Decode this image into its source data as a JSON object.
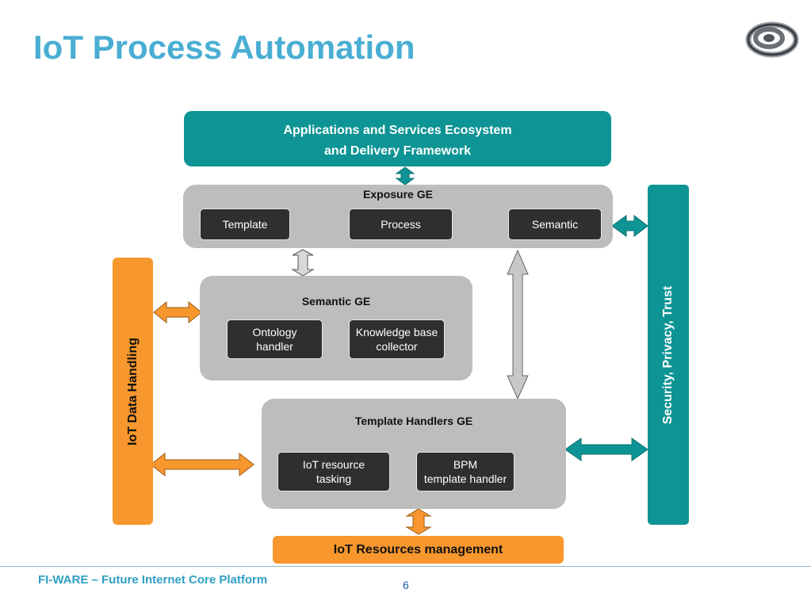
{
  "slide": {
    "title": "IoT Process Automation",
    "footer": "FI-WARE – Future Internet Core Platform",
    "page_number": "6"
  },
  "diagram": {
    "ecosystem": {
      "line1": "Applications and Services Ecosystem",
      "line2": "and Delivery Framework"
    },
    "exposure": {
      "title": "Exposure GE",
      "items": [
        "Template",
        "Process",
        "Semantic"
      ]
    },
    "semantic": {
      "title": "Semantic GE",
      "items": [
        {
          "line1": "Ontology",
          "line2": "handler"
        },
        {
          "line1": "Knowledge base",
          "line2": "collector"
        }
      ]
    },
    "template_handlers": {
      "title": "Template Handlers GE",
      "items": [
        {
          "line1": "IoT resource",
          "line2": "tasking"
        },
        {
          "line1": "BPM",
          "line2": "template handler"
        }
      ]
    },
    "iot_data_handling": "IoT Data Handling",
    "security": "Security, Privacy, Trust",
    "resources": "IoT Resources management"
  },
  "colors": {
    "teal": "#0e9494",
    "orange": "#f7972d",
    "gray": "#bdbdbd",
    "dark": "#2f2f2f",
    "title": "#4aaed3"
  }
}
